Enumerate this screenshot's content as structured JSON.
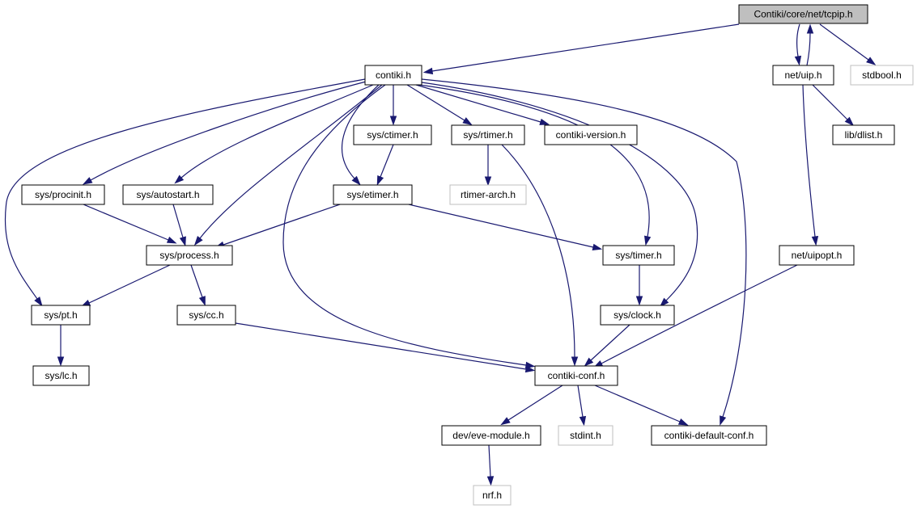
{
  "colors": {
    "edge": "#191970",
    "node_border": "#000000",
    "node_border_external": "#bfbfbf",
    "node_fill": "#ffffff",
    "node_fill_root": "#bfbfbf"
  },
  "nodes": [
    {
      "id": "tcpip",
      "label": "Contiki/core/net/tcpip.h",
      "style": "root"
    },
    {
      "id": "contiki",
      "label": "contiki.h",
      "style": "normal"
    },
    {
      "id": "uip",
      "label": "net/uip.h",
      "style": "normal"
    },
    {
      "id": "stdbool",
      "label": "stdbool.h",
      "style": "external"
    },
    {
      "id": "ctimer",
      "label": "sys/ctimer.h",
      "style": "normal"
    },
    {
      "id": "rtimer",
      "label": "sys/rtimer.h",
      "style": "normal"
    },
    {
      "id": "version",
      "label": "contiki-version.h",
      "style": "normal"
    },
    {
      "id": "dlist",
      "label": "lib/dlist.h",
      "style": "normal"
    },
    {
      "id": "procinit",
      "label": "sys/procinit.h",
      "style": "normal"
    },
    {
      "id": "autostart",
      "label": "sys/autostart.h",
      "style": "normal"
    },
    {
      "id": "etimer",
      "label": "sys/etimer.h",
      "style": "normal"
    },
    {
      "id": "rtimerarch",
      "label": "rtimer-arch.h",
      "style": "external"
    },
    {
      "id": "process",
      "label": "sys/process.h",
      "style": "normal"
    },
    {
      "id": "timer",
      "label": "sys/timer.h",
      "style": "normal"
    },
    {
      "id": "uipopt",
      "label": "net/uipopt.h",
      "style": "normal"
    },
    {
      "id": "pt",
      "label": "sys/pt.h",
      "style": "normal"
    },
    {
      "id": "cc",
      "label": "sys/cc.h",
      "style": "normal"
    },
    {
      "id": "clock",
      "label": "sys/clock.h",
      "style": "normal"
    },
    {
      "id": "lc",
      "label": "sys/lc.h",
      "style": "normal"
    },
    {
      "id": "conf",
      "label": "contiki-conf.h",
      "style": "normal"
    },
    {
      "id": "eve",
      "label": "dev/eve-module.h",
      "style": "normal"
    },
    {
      "id": "stdint",
      "label": "stdint.h",
      "style": "external"
    },
    {
      "id": "defconf",
      "label": "contiki-default-conf.h",
      "style": "normal"
    },
    {
      "id": "nrf",
      "label": "nrf.h",
      "style": "external"
    }
  ],
  "edges": [
    {
      "from": "tcpip",
      "to": "contiki"
    },
    {
      "from": "tcpip",
      "to": "uip"
    },
    {
      "from": "tcpip",
      "to": "stdbool"
    },
    {
      "from": "uip",
      "to": "tcpip"
    },
    {
      "from": "uip",
      "to": "dlist"
    },
    {
      "from": "uip",
      "to": "uipopt"
    },
    {
      "from": "contiki",
      "to": "ctimer"
    },
    {
      "from": "contiki",
      "to": "rtimer"
    },
    {
      "from": "contiki",
      "to": "version"
    },
    {
      "from": "contiki",
      "to": "procinit"
    },
    {
      "from": "contiki",
      "to": "autostart"
    },
    {
      "from": "contiki",
      "to": "etimer"
    },
    {
      "from": "contiki",
      "to": "process"
    },
    {
      "from": "contiki",
      "to": "pt"
    },
    {
      "from": "contiki",
      "to": "timer"
    },
    {
      "from": "contiki",
      "to": "clock"
    },
    {
      "from": "contiki",
      "to": "conf"
    },
    {
      "from": "contiki",
      "to": "defconf"
    },
    {
      "from": "ctimer",
      "to": "etimer"
    },
    {
      "from": "rtimer",
      "to": "rtimerarch"
    },
    {
      "from": "rtimer",
      "to": "conf"
    },
    {
      "from": "procinit",
      "to": "process"
    },
    {
      "from": "autostart",
      "to": "process"
    },
    {
      "from": "etimer",
      "to": "process"
    },
    {
      "from": "etimer",
      "to": "timer"
    },
    {
      "from": "process",
      "to": "pt"
    },
    {
      "from": "process",
      "to": "cc"
    },
    {
      "from": "timer",
      "to": "clock"
    },
    {
      "from": "uipopt",
      "to": "conf"
    },
    {
      "from": "pt",
      "to": "lc"
    },
    {
      "from": "cc",
      "to": "conf"
    },
    {
      "from": "clock",
      "to": "conf"
    },
    {
      "from": "conf",
      "to": "eve"
    },
    {
      "from": "conf",
      "to": "stdint"
    },
    {
      "from": "conf",
      "to": "defconf"
    },
    {
      "from": "eve",
      "to": "nrf"
    }
  ]
}
